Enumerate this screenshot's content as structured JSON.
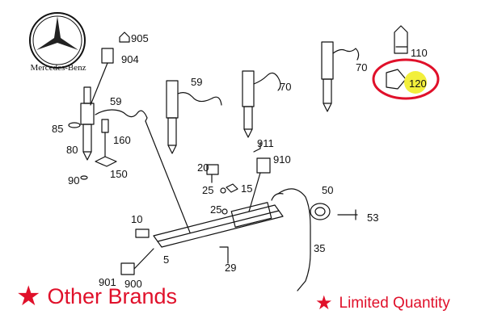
{
  "brand": {
    "name": "Mercedes-Benz",
    "logo_icon": "three-pointed-star-icon"
  },
  "parts": [
    {
      "id": "905",
      "label": "905"
    },
    {
      "id": "904",
      "label": "904"
    },
    {
      "id": "85",
      "label": "85"
    },
    {
      "id": "80",
      "label": "80"
    },
    {
      "id": "90",
      "label": "90"
    },
    {
      "id": "160",
      "label": "160"
    },
    {
      "id": "150",
      "label": "150"
    },
    {
      "id": "59a",
      "label": "59"
    },
    {
      "id": "59b",
      "label": "59"
    },
    {
      "id": "70a",
      "label": "70"
    },
    {
      "id": "70b",
      "label": "70"
    },
    {
      "id": "110",
      "label": "110"
    },
    {
      "id": "120",
      "label": "120"
    },
    {
      "id": "911",
      "label": "911"
    },
    {
      "id": "910",
      "label": "910"
    },
    {
      "id": "20",
      "label": "20"
    },
    {
      "id": "25a",
      "label": "25"
    },
    {
      "id": "15",
      "label": "15"
    },
    {
      "id": "25b",
      "label": "25"
    },
    {
      "id": "50",
      "label": "50"
    },
    {
      "id": "53",
      "label": "53"
    },
    {
      "id": "10",
      "label": "10"
    },
    {
      "id": "35",
      "label": "35"
    },
    {
      "id": "5",
      "label": "5"
    },
    {
      "id": "29",
      "label": "29"
    },
    {
      "id": "901",
      "label": "901"
    },
    {
      "id": "900",
      "label": "900"
    }
  ],
  "highlight": {
    "part": "120",
    "color": "#e0102a",
    "fill": "#f2ef3c"
  },
  "badges": {
    "other_brands": "Other Brands",
    "limited_quantity": "Limited Quantity",
    "star_icon": "star-icon",
    "color": "#e0102a"
  }
}
